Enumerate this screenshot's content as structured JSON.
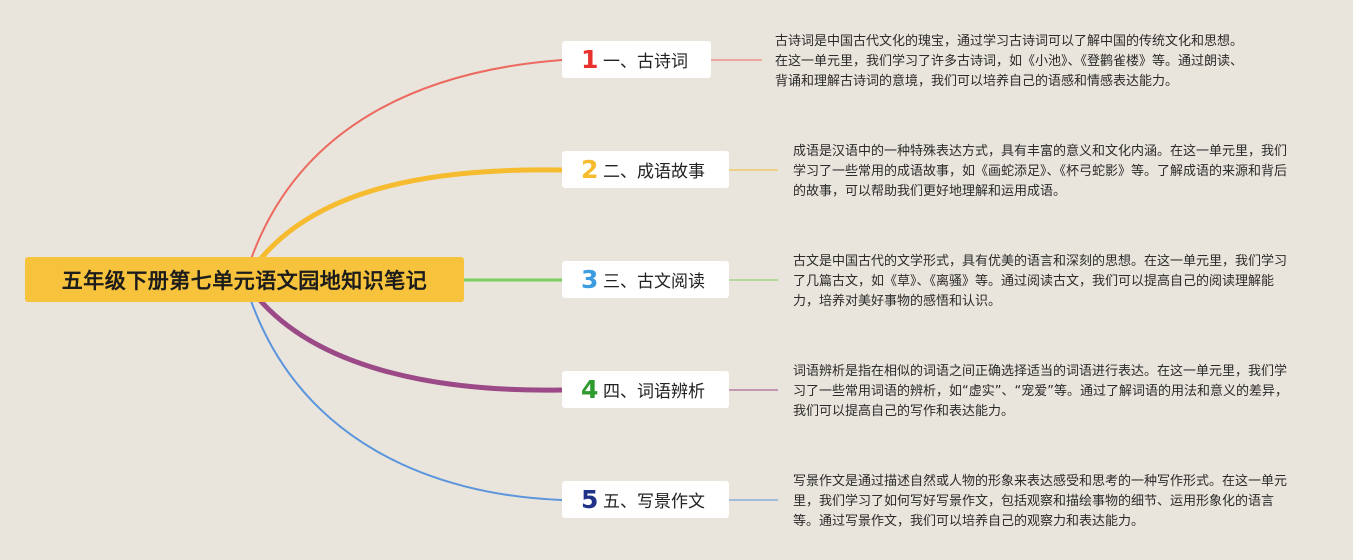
{
  "root": {
    "title": "五年级下册第七单元语文园地知识笔记"
  },
  "branches": [
    {
      "number": "1",
      "label": "一、古诗词",
      "color": "#ec6a60",
      "description": "古诗词是中国古代文化的瑰宝，通过学习古诗词可以了解中国的传统文化和思想。在这一单元里，我们学习了许多古诗词，如《小池》、《登鹳雀楼》等。通过朗读、背诵和理解古诗词的意境，我们可以培养自己的语感和情感表达能力。"
    },
    {
      "number": "2",
      "label": "二、成语故事",
      "color": "#f6bb2e",
      "description": "成语是汉语中的一种特殊表达方式，具有丰富的意义和文化内涵。在这一单元里，我们学习了一些常用的成语故事，如《画蛇添足》、《杯弓蛇影》等。了解成语的来源和背后的故事，可以帮助我们更好地理解和运用成语。"
    },
    {
      "number": "3",
      "label": "三、古文阅读",
      "color": "#7ccc5e",
      "number_color": "#3d9be0",
      "description": "古文是中国古代的文学形式，具有优美的语言和深刻的思想。在这一单元里，我们学习了几篇古文，如《草》、《离骚》等。通过阅读古文，我们可以提高自己的阅读理解能力，培养对美好事物的感悟和认识。"
    },
    {
      "number": "4",
      "label": "四、词语辨析",
      "color": "#9b4987",
      "number_color": "#2e9b2e",
      "description": "词语辨析是指在相似的词语之间正确选择适当的词语进行表达。在这一单元里，我们学习了一些常用词语的辨析，如“虚实”、“宠爱”等。通过了解词语的用法和意义的差异，我们可以提高自己的写作和表达能力。"
    },
    {
      "number": "5",
      "label": "五、写景作文",
      "color": "#5b95dc",
      "number_color": "#1f3288",
      "description": "写景作文是通过描述自然或人物的形象来表达感受和思考的一种写作形式。在这一单元里，我们学习了如何写好写景作文，包括观察和描绘事物的细节、运用形象化的语言等。通过写景作文，我们可以培养自己的观察力和表达能力。"
    }
  ]
}
